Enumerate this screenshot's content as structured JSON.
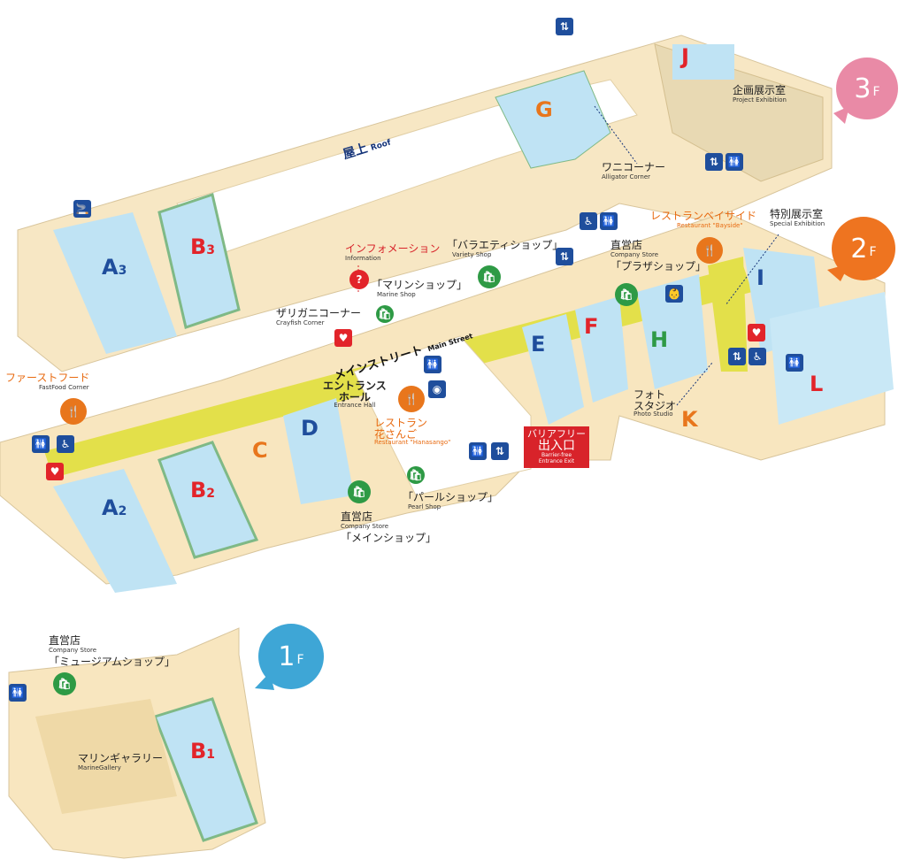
{
  "floors": {
    "f3": {
      "num": "3",
      "suffix": "F",
      "color": "#e98aa6"
    },
    "f2": {
      "num": "2",
      "suffix": "F",
      "color": "#ee7420"
    },
    "f1": {
      "num": "1",
      "suffix": "F",
      "color": "#3ea6d6"
    }
  },
  "colors": {
    "floor": "#f8e6bf",
    "tank": "#bfe3f4",
    "street": "#e3e04a",
    "blue_icon": "#1f4e9c",
    "red_icon": "#e2242a",
    "green_icon": "#2e9a45",
    "orange_icon": "#e8761c"
  },
  "roof": {
    "jp": "屋上",
    "en": "Roof"
  },
  "main_street": {
    "jp": "メインストリート",
    "en": "Main Street"
  },
  "tanks": {
    "a3": {
      "letter": "A",
      "sub": "3"
    },
    "b3": {
      "letter": "B",
      "sub": "3"
    },
    "a2": {
      "letter": "A",
      "sub": "2"
    },
    "b2": {
      "letter": "B",
      "sub": "2"
    },
    "b1": {
      "letter": "B",
      "sub": "1"
    },
    "c": "C",
    "d": "D",
    "e": "E",
    "f": "F",
    "g": "G",
    "h": "H",
    "i": "I",
    "j": "J",
    "k": "K",
    "l": "L"
  },
  "labels": {
    "project_exhibition": {
      "jp": "企画展示室",
      "en": "Project Exhibition"
    },
    "alligator": {
      "jp": "ワニコーナー",
      "en": "Alligator Corner"
    },
    "restaurant_bayside": {
      "jp": "レストランベイサイド",
      "en": "Restaurant \"Bayside\""
    },
    "special_exhibition": {
      "jp": "特別展示室",
      "en": "Special Exhibition"
    },
    "information": {
      "jp": "インフォメーション",
      "en": "Information"
    },
    "variety_shop": {
      "jp": "「バラエティショップ」",
      "en": "Variety Shop"
    },
    "plaza_shop_store": {
      "jp": "直営店",
      "en": "Company Store"
    },
    "plaza_shop": {
      "jp": "「プラザショップ」"
    },
    "marine_shop": {
      "jp": "「マリンショップ」",
      "en": "Marine Shop"
    },
    "crayfish": {
      "jp": "ザリガニコーナー",
      "en": "Crayfish Corner"
    },
    "fastfood": {
      "jp": "ファーストフード",
      "en": "FastFood Corner"
    },
    "entrance_hall_1": "エントランス",
    "entrance_hall_2": "ホール",
    "entrance_hall_en": "Entrance Hall",
    "restaurant_hanasango_1": "レストラン",
    "restaurant_hanasango_2": "花さんご",
    "restaurant_hanasango_en": "Restaurant \"Hanasango\"",
    "barrier_free_1": "バリアフリー",
    "barrier_free_2": "出入口",
    "barrier_free_en_1": "Barrier-free",
    "barrier_free_en_2": "Entrance Exit",
    "photo_studio_1": "フォト",
    "photo_studio_2": "スタジオ",
    "photo_studio_en": "Photo Studio",
    "pearl_shop": {
      "jp": "「パールショップ」",
      "en": "Pearl Shop"
    },
    "main_shop_store": {
      "jp": "直営店",
      "en": "Company Store"
    },
    "main_shop": {
      "jp": "「メインショップ」"
    },
    "museum_shop_store": {
      "jp": "直営店",
      "en": "Company Store"
    },
    "museum_shop": {
      "jp": "「ミュージアムショップ」"
    },
    "marine_gallery": {
      "jp": "マリンギャラリー",
      "en": "MarineGallery"
    }
  },
  "icons": {
    "info": "?",
    "restaurant": "🍴",
    "shop": "🛍",
    "toilet": "🚻",
    "elevator": "⇅",
    "wheelchair": "♿",
    "smoking": "🚬",
    "aed": "♥",
    "baby": "👶",
    "camera": "◉"
  }
}
